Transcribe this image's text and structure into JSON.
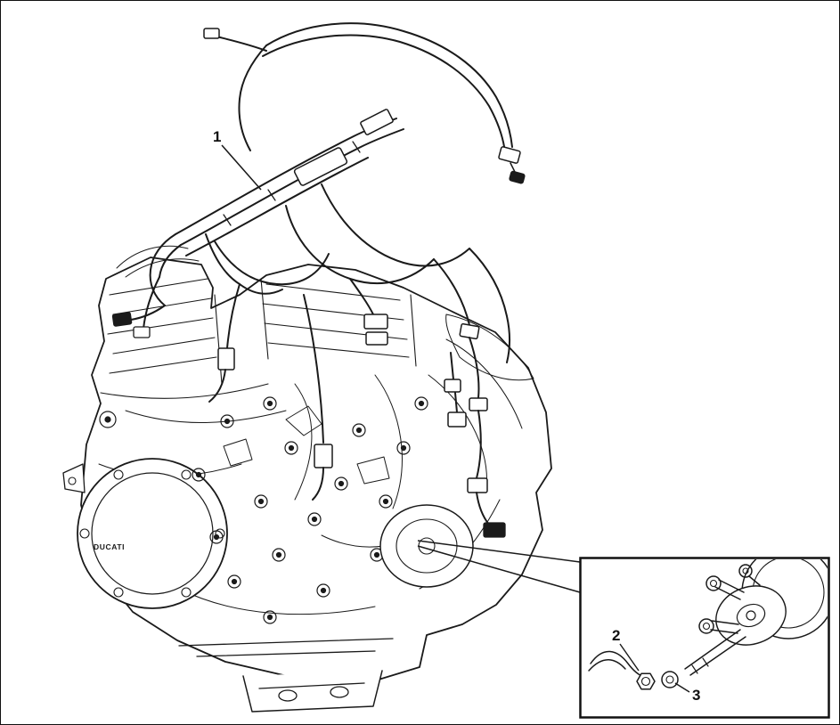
{
  "figure": {
    "background": "#ffffff",
    "line_color": "#1a1a1a"
  },
  "engine": {
    "brand": "DUCATI"
  },
  "callouts": {
    "item1": {
      "label": "1"
    },
    "item2": {
      "label": "2"
    },
    "item3": {
      "label": "3"
    }
  }
}
